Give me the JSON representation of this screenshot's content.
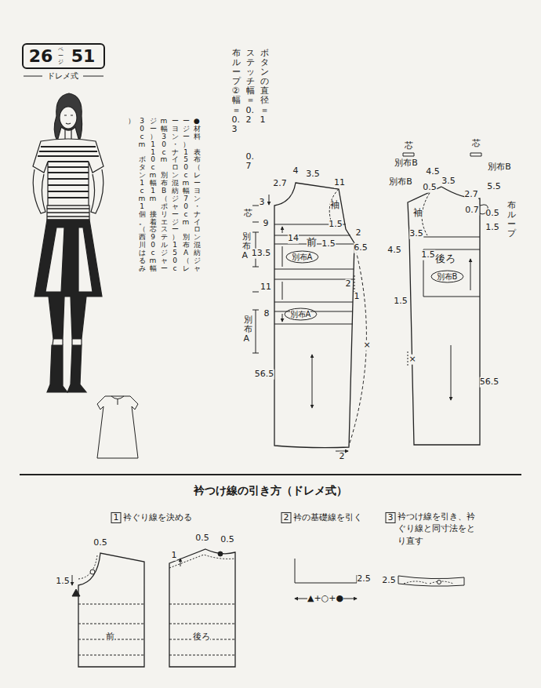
{
  "diagram": {
    "title": "衿つけ線の引き方（ドレメ式）",
    "nodes": [
      {
        "text": [
          "26",
          "ページ",
          "51"
        ]
      },
      {
        "text": [
          "袖",
          "前"
        ]
      },
      {
        "text": [
          "別布A"
        ],
        "in": 1
      },
      {
        "text": [
          "別布A"
        ],
        "in": 1
      },
      {
        "text": [
          "袖",
          "後ろ"
        ]
      },
      {
        "text": [
          "別布B"
        ],
        "in": 4
      },
      {
        "text": [
          "前"
        ]
      },
      {
        "text": [
          "後ろ"
        ]
      }
    ],
    "labels": [
      "ドレメ式",
      "●材料　表布（レーヨン・ナイロン混紡ジャージー）150cm幅70cm　別布A（レーヨン・ナイロン混紡ジャージー）150cm幅30cm　別布B（ポリエステルジャージー）110cm幅1m　接着芯90cm幅30cm　ボタン1cm1個。（西川はるみ）",
      "ボタンの直径＝1",
      "ステッチ幅＝0.2",
      "0.7",
      "布ループ②幅＝0.3",
      "2.7",
      "4",
      "3.5",
      "11",
      "3",
      "9",
      "1.5",
      "2",
      "14",
      "1.5",
      "6.5",
      "13.5",
      "11",
      "2",
      "1",
      "8",
      "56.5",
      "2",
      "×",
      "芯",
      "別布A",
      "別布A",
      "芯",
      "別布B",
      "芯",
      "別布B",
      "別布B",
      "4.5",
      "0.5",
      "3.5",
      "2.7",
      "5.5",
      "0.7",
      "0.5",
      "1.5",
      "3.5",
      "4.5",
      "1.5",
      "1.5",
      "56.5",
      "×",
      "布ループ",
      "1",
      "衿ぐり線を決める",
      "2",
      "衿の基礎線を引く",
      "3",
      "衿つけ線を引き、衿ぐり線と同寸法をとり直す",
      "0.5",
      "1.5",
      "1",
      "0.5",
      "0.5",
      "2.5",
      "▲+○+●",
      "2.5"
    ]
  }
}
